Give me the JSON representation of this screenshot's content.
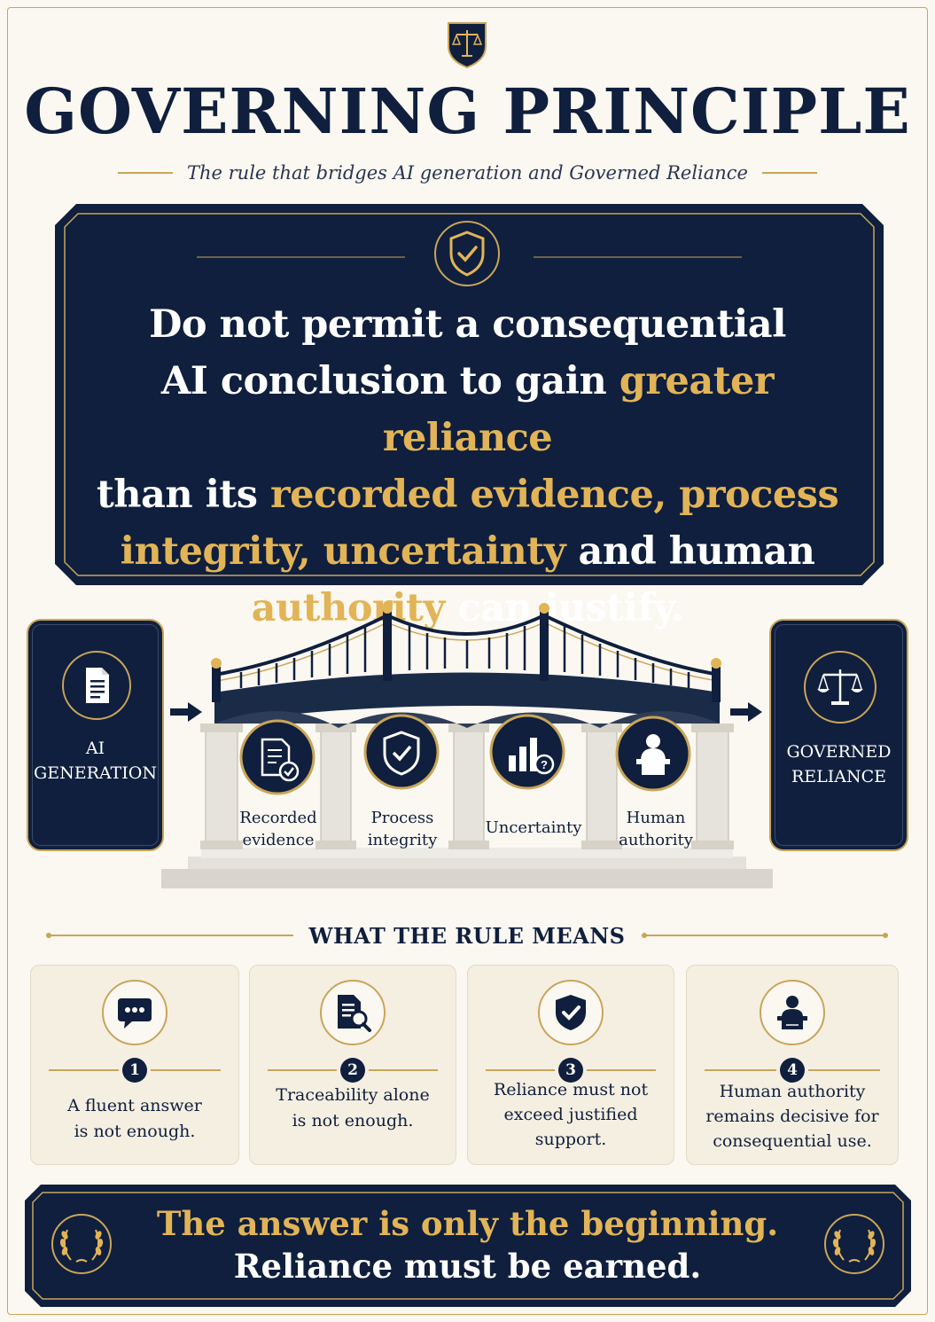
{
  "header": {
    "title": "GOVERNING PRINCIPLE",
    "subtitle": "The rule that bridges AI generation and Governed Reliance",
    "crest_icon": "scales-of-justice-icon"
  },
  "principle": {
    "icon": "shield-check-icon",
    "line1": "Do not permit a consequential",
    "line2_a": "AI conclusion to gain ",
    "line2_b": "greater reliance",
    "line3_a": "than its ",
    "line3_b": "recorded evidence, process",
    "line4_a": "integrity, uncertainty",
    "line4_b": " and human",
    "line5_a": "authority",
    "line5_b": " can justify."
  },
  "bridge": {
    "left": {
      "label_1": "AI",
      "label_2": "GENERATION",
      "icon": "document-icon"
    },
    "right": {
      "label_1": "GOVERNED",
      "label_2": "RELIANCE",
      "icon": "scales-icon"
    },
    "pillars": [
      {
        "line1": "Recorded",
        "line2": "evidence",
        "icon": "document-check-icon"
      },
      {
        "line1": "Process",
        "line2": "integrity",
        "icon": "shield-check-icon"
      },
      {
        "line1": "Uncertainty",
        "line2": "",
        "icon": "chart-question-icon"
      },
      {
        "line1": "Human",
        "line2": "authority",
        "icon": "person-podium-icon"
      }
    ]
  },
  "meaning": {
    "title": "WHAT THE RULE MEANS",
    "items": [
      {
        "num": "1",
        "line1": "A fluent answer",
        "line2": "is not enough.",
        "line3": "",
        "icon": "speech-bubble-icon"
      },
      {
        "num": "2",
        "line1": "Traceability alone",
        "line2": "is not enough.",
        "line3": "",
        "icon": "document-search-icon"
      },
      {
        "num": "3",
        "line1": "Reliance must not",
        "line2": "exceed justified",
        "line3": "support.",
        "icon": "shield-check-icon"
      },
      {
        "num": "4",
        "line1": "Human authority",
        "line2": "remains decisive for",
        "line3": "consequential use.",
        "icon": "person-podium-icon"
      }
    ]
  },
  "footer": {
    "line1": "The answer is only the beginning.",
    "line2": "Reliance must be earned.",
    "icon": "laurel-wreath-icon"
  },
  "colors": {
    "navy": "#0f1f3d",
    "gold": "#e2b457",
    "cream": "#fbf8f1"
  }
}
